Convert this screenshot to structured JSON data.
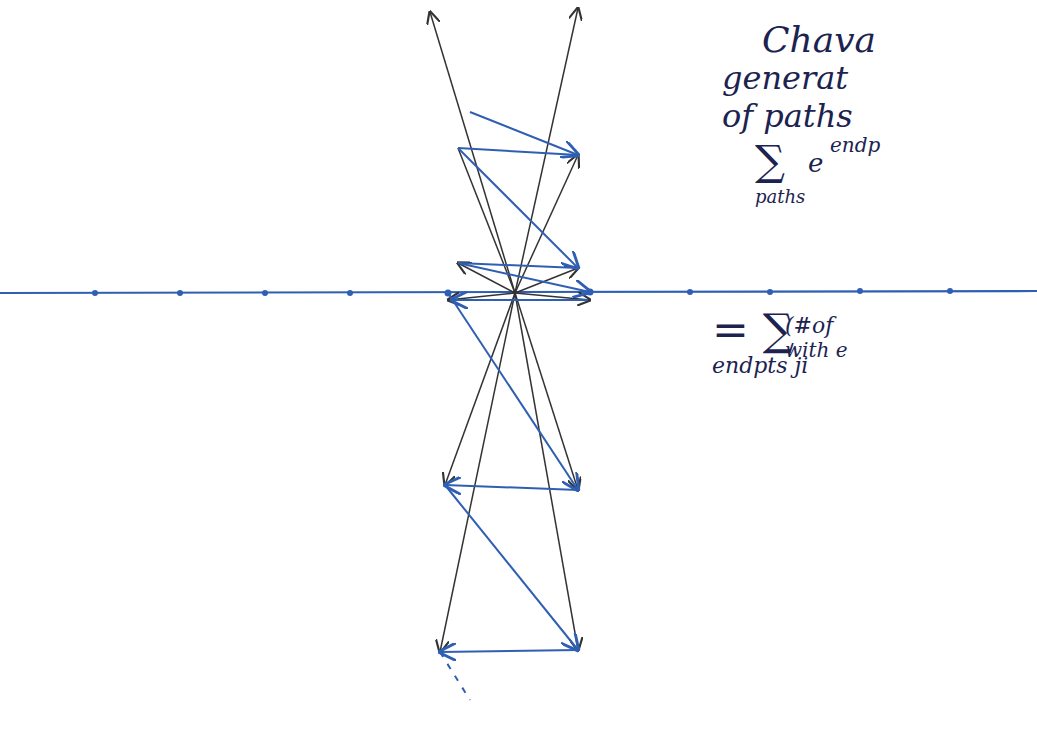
{
  "diagram": {
    "labels": [
      "Chava",
      "generat",
      "of paths",
      "∑",
      "e",
      "endp",
      "paths",
      "= ∑",
      "(#of",
      "with e",
      "endpts ji"
    ]
  }
}
